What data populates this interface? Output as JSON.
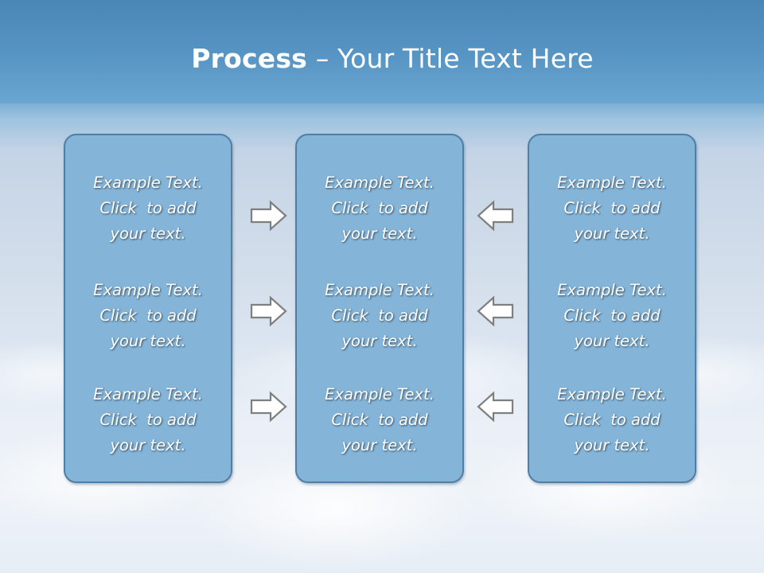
{
  "title": {
    "bold": "Process",
    "rest": " – Your Title Text Here"
  },
  "columns": [
    {
      "items": [
        {
          "line1": "Example Text.",
          "line2": "Click  to add",
          "line3": "your text."
        },
        {
          "line1": "Example Text.",
          "line2": "Click  to add",
          "line3": "your text."
        },
        {
          "line1": "Example Text.",
          "line2": "Click  to add",
          "line3": "your text."
        }
      ]
    },
    {
      "items": [
        {
          "line1": "Example Text.",
          "line2": "Click  to add",
          "line3": "your text."
        },
        {
          "line1": "Example Text.",
          "line2": "Click  to add",
          "line3": "your text."
        },
        {
          "line1": "Example Text.",
          "line2": "Click  to add",
          "line3": "your text."
        }
      ]
    },
    {
      "items": [
        {
          "line1": "Example Text.",
          "line2": "Click  to add",
          "line3": "your text."
        },
        {
          "line1": "Example Text.",
          "line2": "Click  to add",
          "line3": "your text."
        },
        {
          "line1": "Example Text.",
          "line2": "Click  to add",
          "line3": "your text."
        }
      ]
    }
  ],
  "arrows": {
    "left_group": "arrow-right-icon",
    "right_group": "arrow-left-icon"
  },
  "colors": {
    "title_band": "#5795c4",
    "box_fill": "#84b4d8",
    "box_border": "#4f7fa6",
    "arrow_fill": "#ffffff",
    "arrow_stroke": "#7f7f7f"
  }
}
